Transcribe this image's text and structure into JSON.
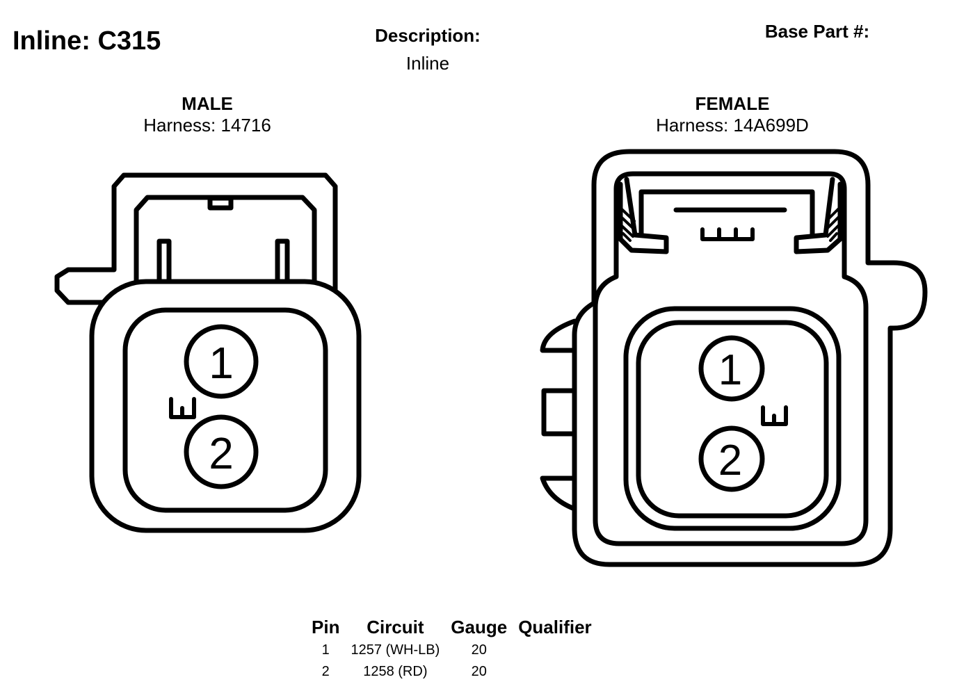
{
  "header": {
    "title": "Inline: C315",
    "description_label": "Description:",
    "description_value": "Inline",
    "base_part_label": "Base Part #:"
  },
  "male": {
    "gender": "MALE",
    "harness": "Harness: 14716",
    "pins": [
      "1",
      "2"
    ],
    "wire_label": "W"
  },
  "female": {
    "gender": "FEMALE",
    "harness": "Harness: 14A699D",
    "pins": [
      "1",
      "2"
    ],
    "wire_label": "W"
  },
  "pin_table": {
    "headers": [
      "Pin",
      "Circuit",
      "Gauge",
      "Qualifier"
    ],
    "rows": [
      {
        "pin": "1",
        "circuit": "1257 (WH-LB)",
        "gauge": "20",
        "qualifier": ""
      },
      {
        "pin": "2",
        "circuit": "1258 (RD)",
        "gauge": "20",
        "qualifier": ""
      }
    ]
  }
}
